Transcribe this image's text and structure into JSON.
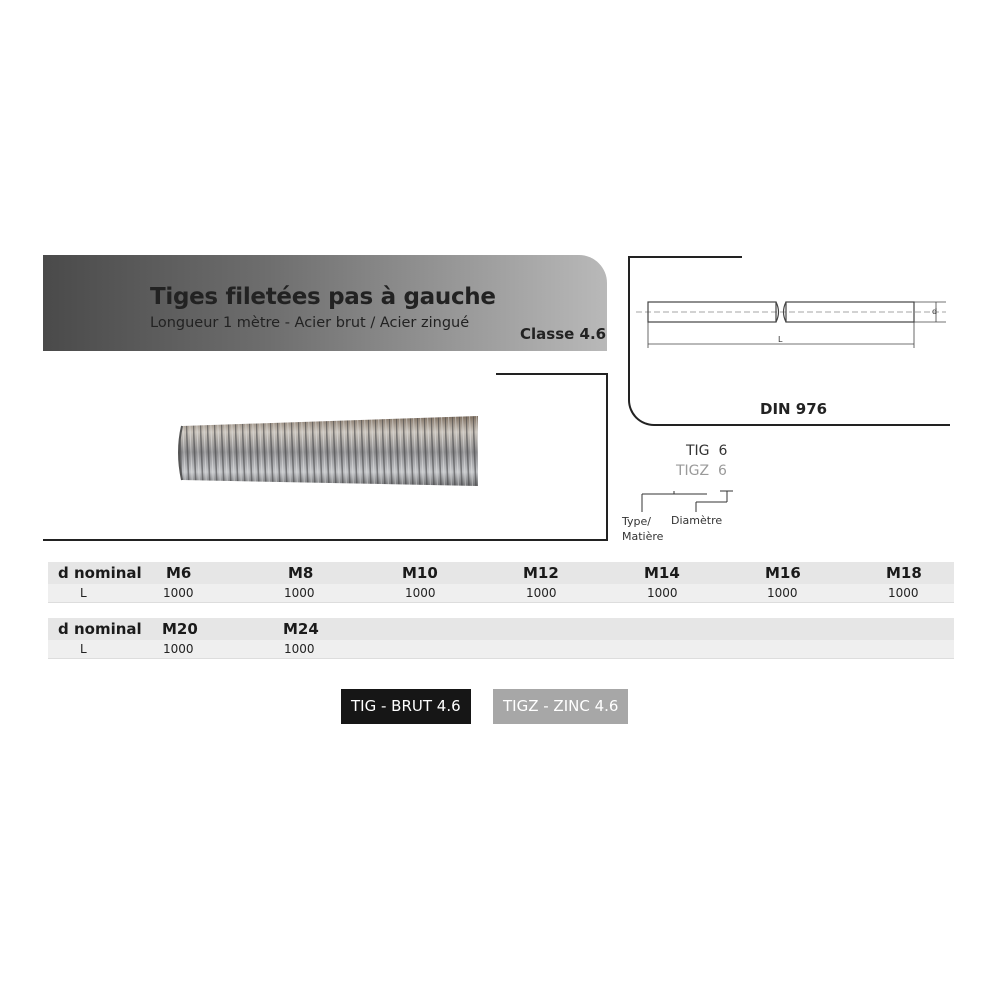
{
  "header": {
    "title": "Tiges filetées pas à gauche",
    "subtitle": "Longueur 1 mètre - Acier brut / Acier zingué",
    "classe": "Classe 4.6"
  },
  "diagram": {
    "standard": "DIN 976",
    "dim_d": "d",
    "dim_L": "L"
  },
  "code_legend": {
    "line1_code": "TIG",
    "line1_value": "6",
    "line2_code": "TIGZ",
    "line2_value": "6",
    "type_label_1": "Type/",
    "type_label_2": "Matière",
    "diam_label": "Diamètre"
  },
  "tables": [
    {
      "row_header": "d nominal",
      "row_label": "L",
      "columns": [
        {
          "size": "M6",
          "length": "1000"
        },
        {
          "size": "M8",
          "length": "1000"
        },
        {
          "size": "M10",
          "length": "1000"
        },
        {
          "size": "M12",
          "length": "1000"
        },
        {
          "size": "M14",
          "length": "1000"
        },
        {
          "size": "M16",
          "length": "1000"
        },
        {
          "size": "M18",
          "length": "1000"
        }
      ]
    },
    {
      "row_header": "d nominal",
      "row_label": "L",
      "columns": [
        {
          "size": "M20",
          "length": "1000"
        },
        {
          "size": "M24",
          "length": "1000"
        }
      ]
    }
  ],
  "buttons": {
    "brut": "TIG - BRUT 4.6",
    "zinc": "TIGZ - ZINC 4.6"
  },
  "colors": {
    "dark_button": "#161616",
    "grey_button": "#a7a7a7",
    "code_grey": "#9a9a9a"
  }
}
